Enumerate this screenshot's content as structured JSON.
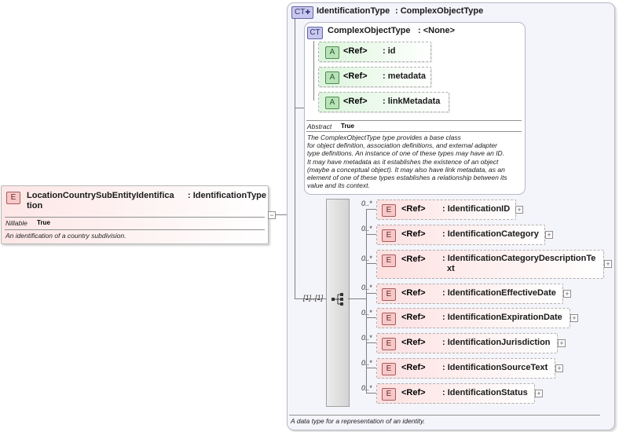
{
  "root": {
    "badge": "E",
    "name": "LocationCountrySubEntityIdentifica",
    "name_wrap": "tion",
    "type": ": IdentificationType",
    "nillable_label": "Nillable",
    "nillable_value": "True",
    "documentation": "An identification of a country subdivision."
  },
  "outer_type": {
    "badge": "CT",
    "name": "IdentificationType",
    "base": ": ComplexObjectType",
    "documentation": "A data type for a representation of an identity."
  },
  "inner_type": {
    "badge": "CT",
    "name": "ComplexObjectType",
    "base": ": <None>",
    "abstract_label": "Abstract",
    "abstract_value": "True",
    "documentation_lines": [
      "The ComplexObjectType type provides a base class",
      "for object definition, association definitions, and external adapter",
      "type definitions. An instance of one of these types may have an ID.",
      "It may have metadata as it establishes the existence of an object",
      "(maybe a conceptual object). It may also have link metadata, as an",
      "element of one of these types establishes a relationship between its",
      "value and its context."
    ]
  },
  "attributes": [
    {
      "badge": "A",
      "ref": "<Ref>",
      "name": ": id"
    },
    {
      "badge": "A",
      "ref": "<Ref>",
      "name": ": metadata"
    },
    {
      "badge": "A",
      "ref": "<Ref>",
      "name": ": linkMetadata"
    }
  ],
  "sequence": {
    "occurrence": "[1]..[1]"
  },
  "elements": [
    {
      "badge": "E",
      "ref": "<Ref>",
      "name": ": IdentificationID",
      "name2": "",
      "occurrence": "0..*"
    },
    {
      "badge": "E",
      "ref": "<Ref>",
      "name": ": IdentificationCategory",
      "name2": "",
      "occurrence": "0..*"
    },
    {
      "badge": "E",
      "ref": "<Ref>",
      "name": ": IdentificationCategoryDescriptionTe",
      "name2": "xt",
      "occurrence": "0..*"
    },
    {
      "badge": "E",
      "ref": "<Ref>",
      "name": ": IdentificationEffectiveDate",
      "name2": "",
      "occurrence": "0..*"
    },
    {
      "badge": "E",
      "ref": "<Ref>",
      "name": ": IdentificationExpirationDate",
      "name2": "",
      "occurrence": "0..*"
    },
    {
      "badge": "E",
      "ref": "<Ref>",
      "name": ": IdentificationJurisdiction",
      "name2": "",
      "occurrence": "0..*"
    },
    {
      "badge": "E",
      "ref": "<Ref>",
      "name": ": IdentificationSourceText",
      "name2": "",
      "occurrence": "0..*"
    },
    {
      "badge": "E",
      "ref": "<Ref>",
      "name": ": IdentificationStatus",
      "name2": "",
      "occurrence": "0..*"
    }
  ],
  "icons": {
    "expand": "plus-icon",
    "collapse": "minus-icon",
    "sequence": "sequence-icon"
  }
}
